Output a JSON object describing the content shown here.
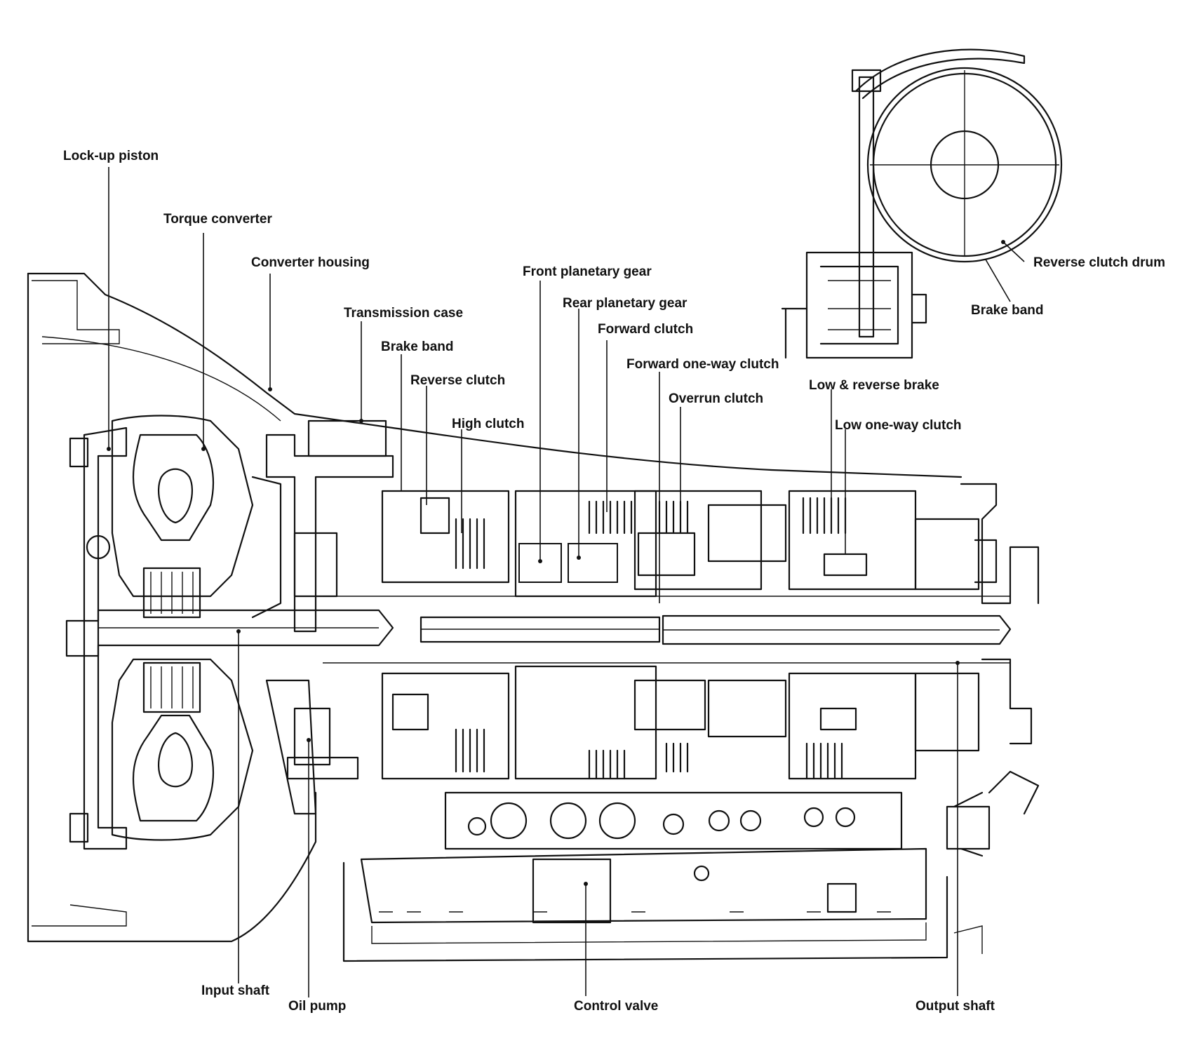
{
  "labels": {
    "lockup_piston": "Lock-up piston",
    "torque_converter": "Torque converter",
    "converter_housing": "Converter housing",
    "transmission_case": "Transmission case",
    "brake_band": "Brake band",
    "reverse_clutch": "Reverse clutch",
    "high_clutch": "High clutch",
    "front_planetary_gear": "Front planetary gear",
    "rear_planetary_gear": "Rear planetary gear",
    "forward_clutch": "Forward clutch",
    "forward_one_way_clutch": "Forward one-way clutch",
    "overrun_clutch": "Overrun clutch",
    "low_reverse_brake": "Low & reverse brake",
    "low_one_way_clutch": "Low one-way clutch",
    "reverse_clutch_drum": "Reverse clutch drum",
    "brake_band_inset": "Brake band",
    "input_shaft": "Input shaft",
    "oil_pump": "Oil pump",
    "control_valve": "Control valve",
    "output_shaft": "Output shaft"
  }
}
